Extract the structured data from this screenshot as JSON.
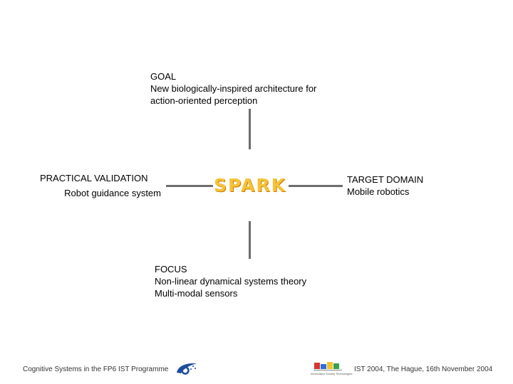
{
  "goal": {
    "heading": "GOAL",
    "line1": "New biologically-inspired architecture for",
    "line2": "action-oriented perception"
  },
  "practical_validation": {
    "heading": "PRACTICAL VALIDATION",
    "line1": "Robot guidance system"
  },
  "target_domain": {
    "heading": "TARGET DOMAIN",
    "line1": "Mobile robotics"
  },
  "focus": {
    "heading": "FOCUS",
    "line1": "Non-linear dynamical systems theory",
    "line2": "Multi-modal sensors"
  },
  "center_logo": {
    "text": "SPARK",
    "color": "#f6c238",
    "shadow_color": "#c77a00"
  },
  "footer": {
    "left": "Cognitive Systems in the FP6 IST Programme",
    "right": "IST 2004,  The Hague, 16th November 2004",
    "emblem_caption": "Information Society Technologies"
  },
  "colors": {
    "connector": "#6d6d6d",
    "eu_logo_blue": "#1f4e9b"
  }
}
